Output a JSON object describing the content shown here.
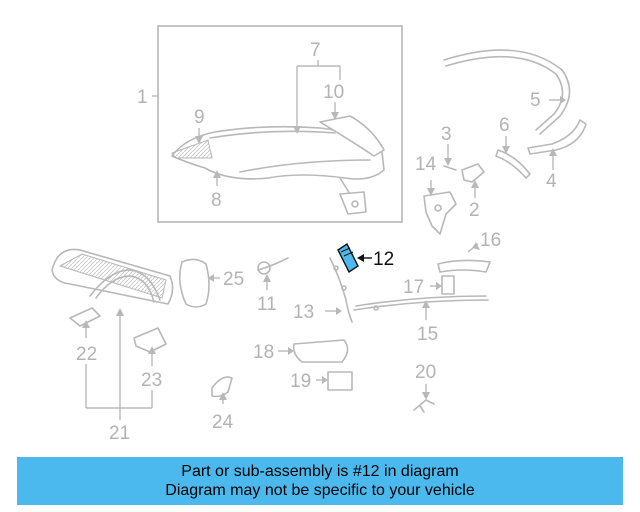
{
  "labels": {
    "p1": "1",
    "p2": "2",
    "p3": "3",
    "p4": "4",
    "p5": "5",
    "p6": "6",
    "p7": "7",
    "p8": "8",
    "p9": "9",
    "p10": "10",
    "p11": "11",
    "p12": "12",
    "p13": "13",
    "p14": "14",
    "p15": "15",
    "p16": "16",
    "p17": "17",
    "p18": "18",
    "p19": "19",
    "p20": "20",
    "p21": "21",
    "p22": "22",
    "p23": "23",
    "p24": "24",
    "p25": "25"
  },
  "highlight": {
    "part": "12",
    "color": "#4cb9ee"
  },
  "colors": {
    "line": "#b8b8b8",
    "label": "#b3b3b3",
    "banner": "#4cb9ee"
  },
  "banner": {
    "line1": "Part or sub-assembly is #12 in diagram",
    "line2": "Diagram may not be specific to your vehicle"
  }
}
